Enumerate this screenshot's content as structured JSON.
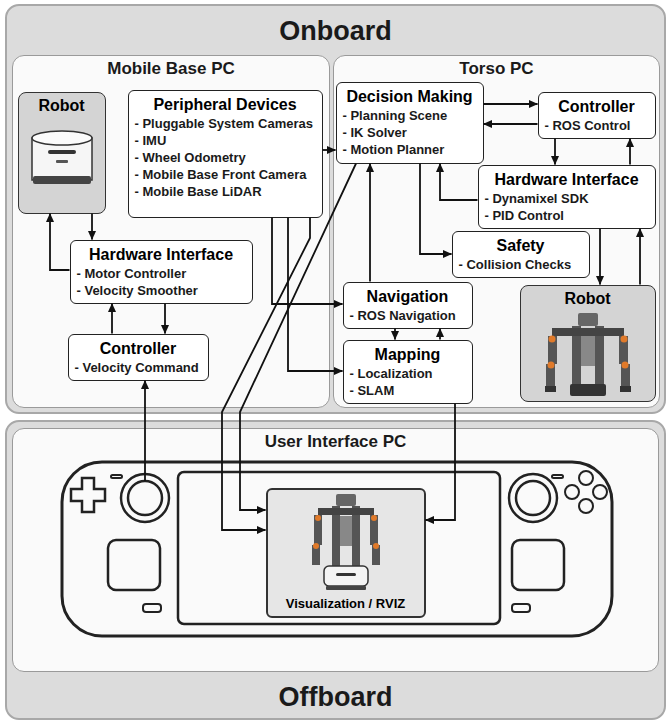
{
  "diagram": {
    "nodes": [
      {
        "text": [
          "Onboard"
        ]
      },
      {
        "text": [
          "Mobile Base PC"
        ],
        "in": 0
      },
      {
        "text": [
          "Robot"
        ],
        "in": 1
      },
      {
        "text": [
          "Peripheral Devices",
          "- Pluggable System Cameras",
          "- IMU",
          "- Wheel Odometry",
          "- Mobile Base Front Camera",
          "- Mobile Base LiDAR"
        ],
        "in": 1
      },
      {
        "text": [
          "Hardware Interface",
          "- Motor Controller",
          "- Velocity Smoother"
        ],
        "in": 1
      },
      {
        "text": [
          "Controller",
          "- Velocity Command"
        ],
        "in": 1
      },
      {
        "text": [
          "Torso PC"
        ],
        "in": 0
      },
      {
        "text": [
          "Decision Making",
          "- Planning Scene",
          "- IK Solver",
          "- Motion Planner"
        ],
        "in": 6
      },
      {
        "text": [
          "Controller",
          "- ROS Control"
        ],
        "in": 6
      },
      {
        "text": [
          "Hardware Interface",
          "- Dynamixel SDK",
          "- PID Control"
        ],
        "in": 6
      },
      {
        "text": [
          "Safety",
          "- Collision Checks"
        ],
        "in": 6
      },
      {
        "text": [
          "Navigation",
          "- ROS Navigation"
        ],
        "in": 6
      },
      {
        "text": [
          "Robot"
        ],
        "in": 6
      },
      {
        "text": [
          "Mapping",
          "- Localization",
          "- SLAM"
        ],
        "in": 6
      },
      {
        "text": [
          "Offboard"
        ]
      },
      {
        "text": [
          "User Interface PC"
        ],
        "in": 14
      },
      {
        "text": [
          "Visualization / RVIZ"
        ],
        "in": 15
      }
    ],
    "edges": [
      {
        "from": 4,
        "to": 2,
        "arrow": "to"
      },
      {
        "from": 2,
        "to": 4,
        "arrow": "to"
      },
      {
        "from": 5,
        "to": 4,
        "arrow": "to"
      },
      {
        "from": 4,
        "to": 5,
        "arrow": "to"
      },
      {
        "from": 15,
        "to": 5,
        "arrow": "to"
      },
      {
        "from": 3,
        "to": 7,
        "arrow": "to"
      },
      {
        "from": 3,
        "to": 11,
        "arrow": "to"
      },
      {
        "from": 3,
        "to": 13,
        "arrow": "to"
      },
      {
        "from": 3,
        "to": 16,
        "arrow": "to"
      },
      {
        "from": 7,
        "to": 16,
        "arrow": "to"
      },
      {
        "from": 7,
        "to": 8,
        "arrow": "to"
      },
      {
        "from": 8,
        "to": 7,
        "arrow": "to"
      },
      {
        "from": 8,
        "to": 9,
        "arrow": "to"
      },
      {
        "from": 9,
        "to": 8,
        "arrow": "to"
      },
      {
        "from": 9,
        "to": 12,
        "arrow": "to"
      },
      {
        "from": 12,
        "to": 9,
        "arrow": "to"
      },
      {
        "from": 9,
        "to": 7,
        "arrow": "to"
      },
      {
        "from": 7,
        "to": 10,
        "arrow": "to"
      },
      {
        "from": 11,
        "to": 7,
        "arrow": "to"
      },
      {
        "from": 11,
        "to": 13,
        "arrow": "to"
      },
      {
        "from": 13,
        "to": 11,
        "arrow": "to"
      },
      {
        "from": 13,
        "to": 16,
        "arrow": "to"
      }
    ]
  }
}
